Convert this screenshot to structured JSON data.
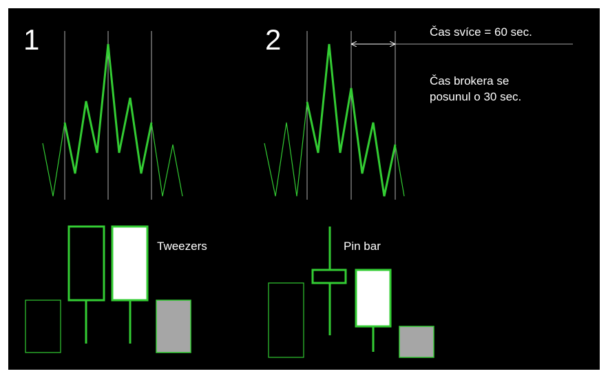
{
  "slide": {
    "background": "#000000",
    "line_color": "#33cc33",
    "white": "#ffffff",
    "grey": "#a6a6a6"
  },
  "panel_1": {
    "number": "1",
    "candle_label": "Tweezers"
  },
  "panel_2": {
    "number": "2",
    "candle_label": "Pin bar",
    "candle_time_text": "Čas svíce = 60 sec.",
    "broker_text_line1": "Čas brokera se",
    "broker_text_line2": "posunul o 30 sec."
  }
}
